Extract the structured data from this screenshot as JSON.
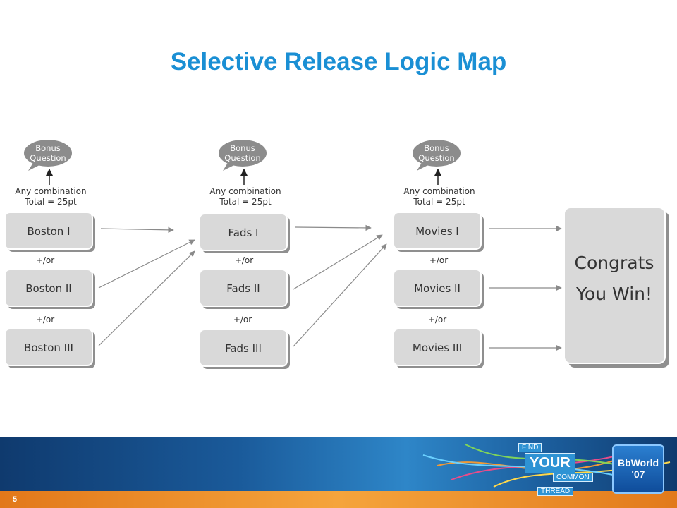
{
  "title": "Selective Release Logic Map",
  "columns": [
    {
      "bubble_line1": "Bonus",
      "bubble_line2": "Question",
      "rule_line1": "Any combination",
      "rule_line2": "Total = 25pt",
      "items": [
        "Boston I",
        "Boston II",
        "Boston III"
      ],
      "connectors": [
        "+/or",
        "+/or"
      ]
    },
    {
      "bubble_line1": "Bonus",
      "bubble_line2": "Question",
      "rule_line1": "Any combination",
      "rule_line2": "Total = 25pt",
      "items": [
        "Fads I",
        "Fads II",
        "Fads III"
      ],
      "connectors": [
        "+/or",
        "+/or"
      ]
    },
    {
      "bubble_line1": "Bonus",
      "bubble_line2": "Question",
      "rule_line1": "Any combination",
      "rule_line2": "Total = 25pt",
      "items": [
        "Movies I",
        "Movies II",
        "Movies III"
      ],
      "connectors": [
        "+/or",
        "+/or"
      ]
    }
  ],
  "result": {
    "line1": "Congrats",
    "line2": "You Win!"
  },
  "footer": {
    "page_number": "5",
    "tag_find": "FIND",
    "tag_your": "YOUR",
    "tag_common": "COMMON",
    "tag_thread": "THREAD",
    "logo_line1": "BbWorld",
    "logo_line2": "'07"
  },
  "colors": {
    "title": "#1a8fd4",
    "box_fill": "#d9d9d9",
    "bubble_fill": "#8c8c8c",
    "footer_bar": "#f29a35"
  }
}
